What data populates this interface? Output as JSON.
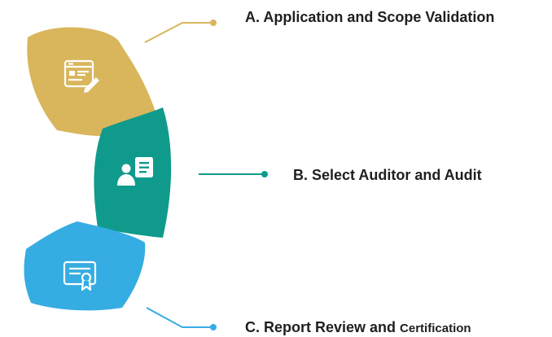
{
  "steps": [
    {
      "id": "a",
      "label": "A. Application and Scope Validation",
      "icon": "application-form-edit-icon",
      "color": "#d9b65c"
    },
    {
      "id": "b",
      "label": "B. Select Auditor and Audit",
      "icon": "auditor-profile-icon",
      "color": "#0f9a8c"
    },
    {
      "id": "c",
      "label_main": "C. Report Review and ",
      "label_tail": "Certification",
      "icon": "certificate-icon",
      "color": "#35ade3"
    }
  ]
}
